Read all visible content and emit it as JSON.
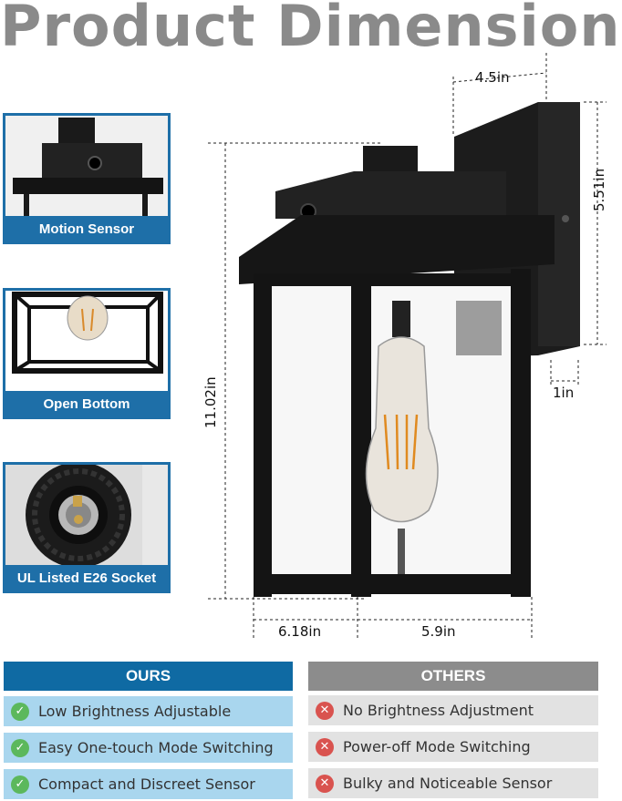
{
  "title": "Product Dimension",
  "thumbnails": [
    {
      "label": "Motion Sensor"
    },
    {
      "label": "Open Bottom"
    },
    {
      "label": "UL Listed E26 Socket"
    }
  ],
  "dimensions": {
    "depth": "4.5in",
    "backplate_height": "5.51in",
    "total_height": "11.02in",
    "wall_gap": "1in",
    "width": "6.18in",
    "extension": "5.9in"
  },
  "comparison": {
    "ours_header": "OURS",
    "others_header": "OTHERS",
    "ours": [
      "Low Brightness Adjustable",
      "Easy One-touch Mode Switching",
      "Compact and Discreet Sensor"
    ],
    "others": [
      "No Brightness Adjustment",
      "Power-off Mode Switching",
      "Bulky and Noticeable Sensor"
    ]
  },
  "colors": {
    "ours_header": "#0f6aa3",
    "others_header": "#8c8c8c",
    "ours_row": "#a9d6ee",
    "others_row": "#e2e2e2",
    "thumb_border": "#1e6fa8"
  },
  "icons": {
    "check": "check-circle-icon",
    "cross": "cross-circle-icon"
  }
}
